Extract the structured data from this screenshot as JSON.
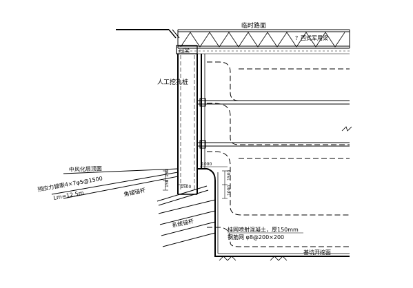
{
  "labels": {
    "temp_road": "临时路面",
    "beam": "？西式军用梁",
    "crown_beam": "冠梁",
    "manual_pile": "人工挖孔桩",
    "weathered_layer": "中风化层顶面",
    "prestress_anchor": "预应力锚索4×7φ5@1500",
    "anchor_length": "Lm=12.5m",
    "anchor_rod": "角锚锚杆",
    "system_rod": "系统锚杆",
    "shotcrete_1": "挂网喷射混凝土，厚150mm",
    "shotcrete_2": "钢筋网 φ8@200×200",
    "pit_bottom": "基坑开挖面",
    "dim_1000": "1000",
    "dim_150a": "150",
    "dim_150b": "150",
    "dim_1500": "1500",
    "dim_1000b": "1000",
    "dim_1500b": "1500"
  },
  "colors": {
    "line": "#000000",
    "background": "#ffffff"
  },
  "icons": {
    "ground_hatch": "ground-hatch-icon",
    "break_mark": "break-mark-icon"
  }
}
